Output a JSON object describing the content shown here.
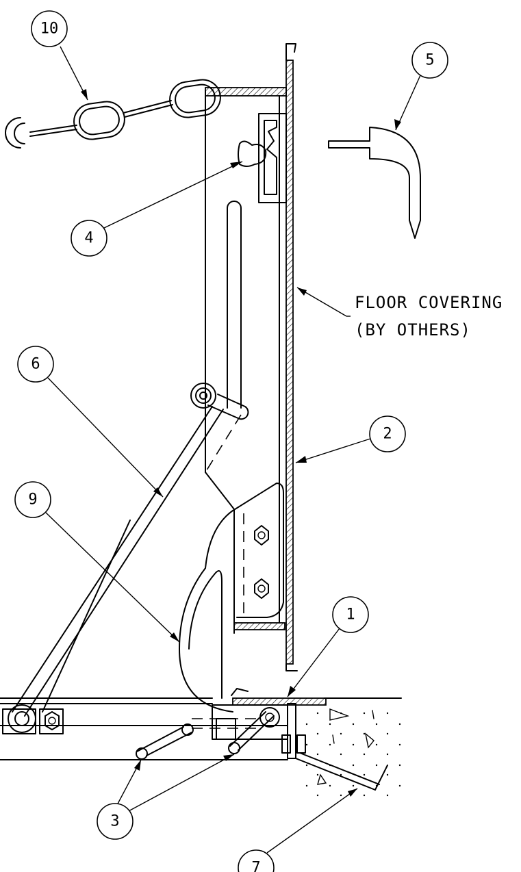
{
  "balloons": {
    "b1": "1",
    "b2": "2",
    "b3": "3",
    "b4": "4",
    "b5": "5",
    "b6": "6",
    "b7": "7",
    "b9": "9",
    "b10": "10"
  },
  "notes": {
    "floor_covering_line1": "FLOOR COVERING",
    "floor_covering_line2": "(BY OTHERS)"
  }
}
